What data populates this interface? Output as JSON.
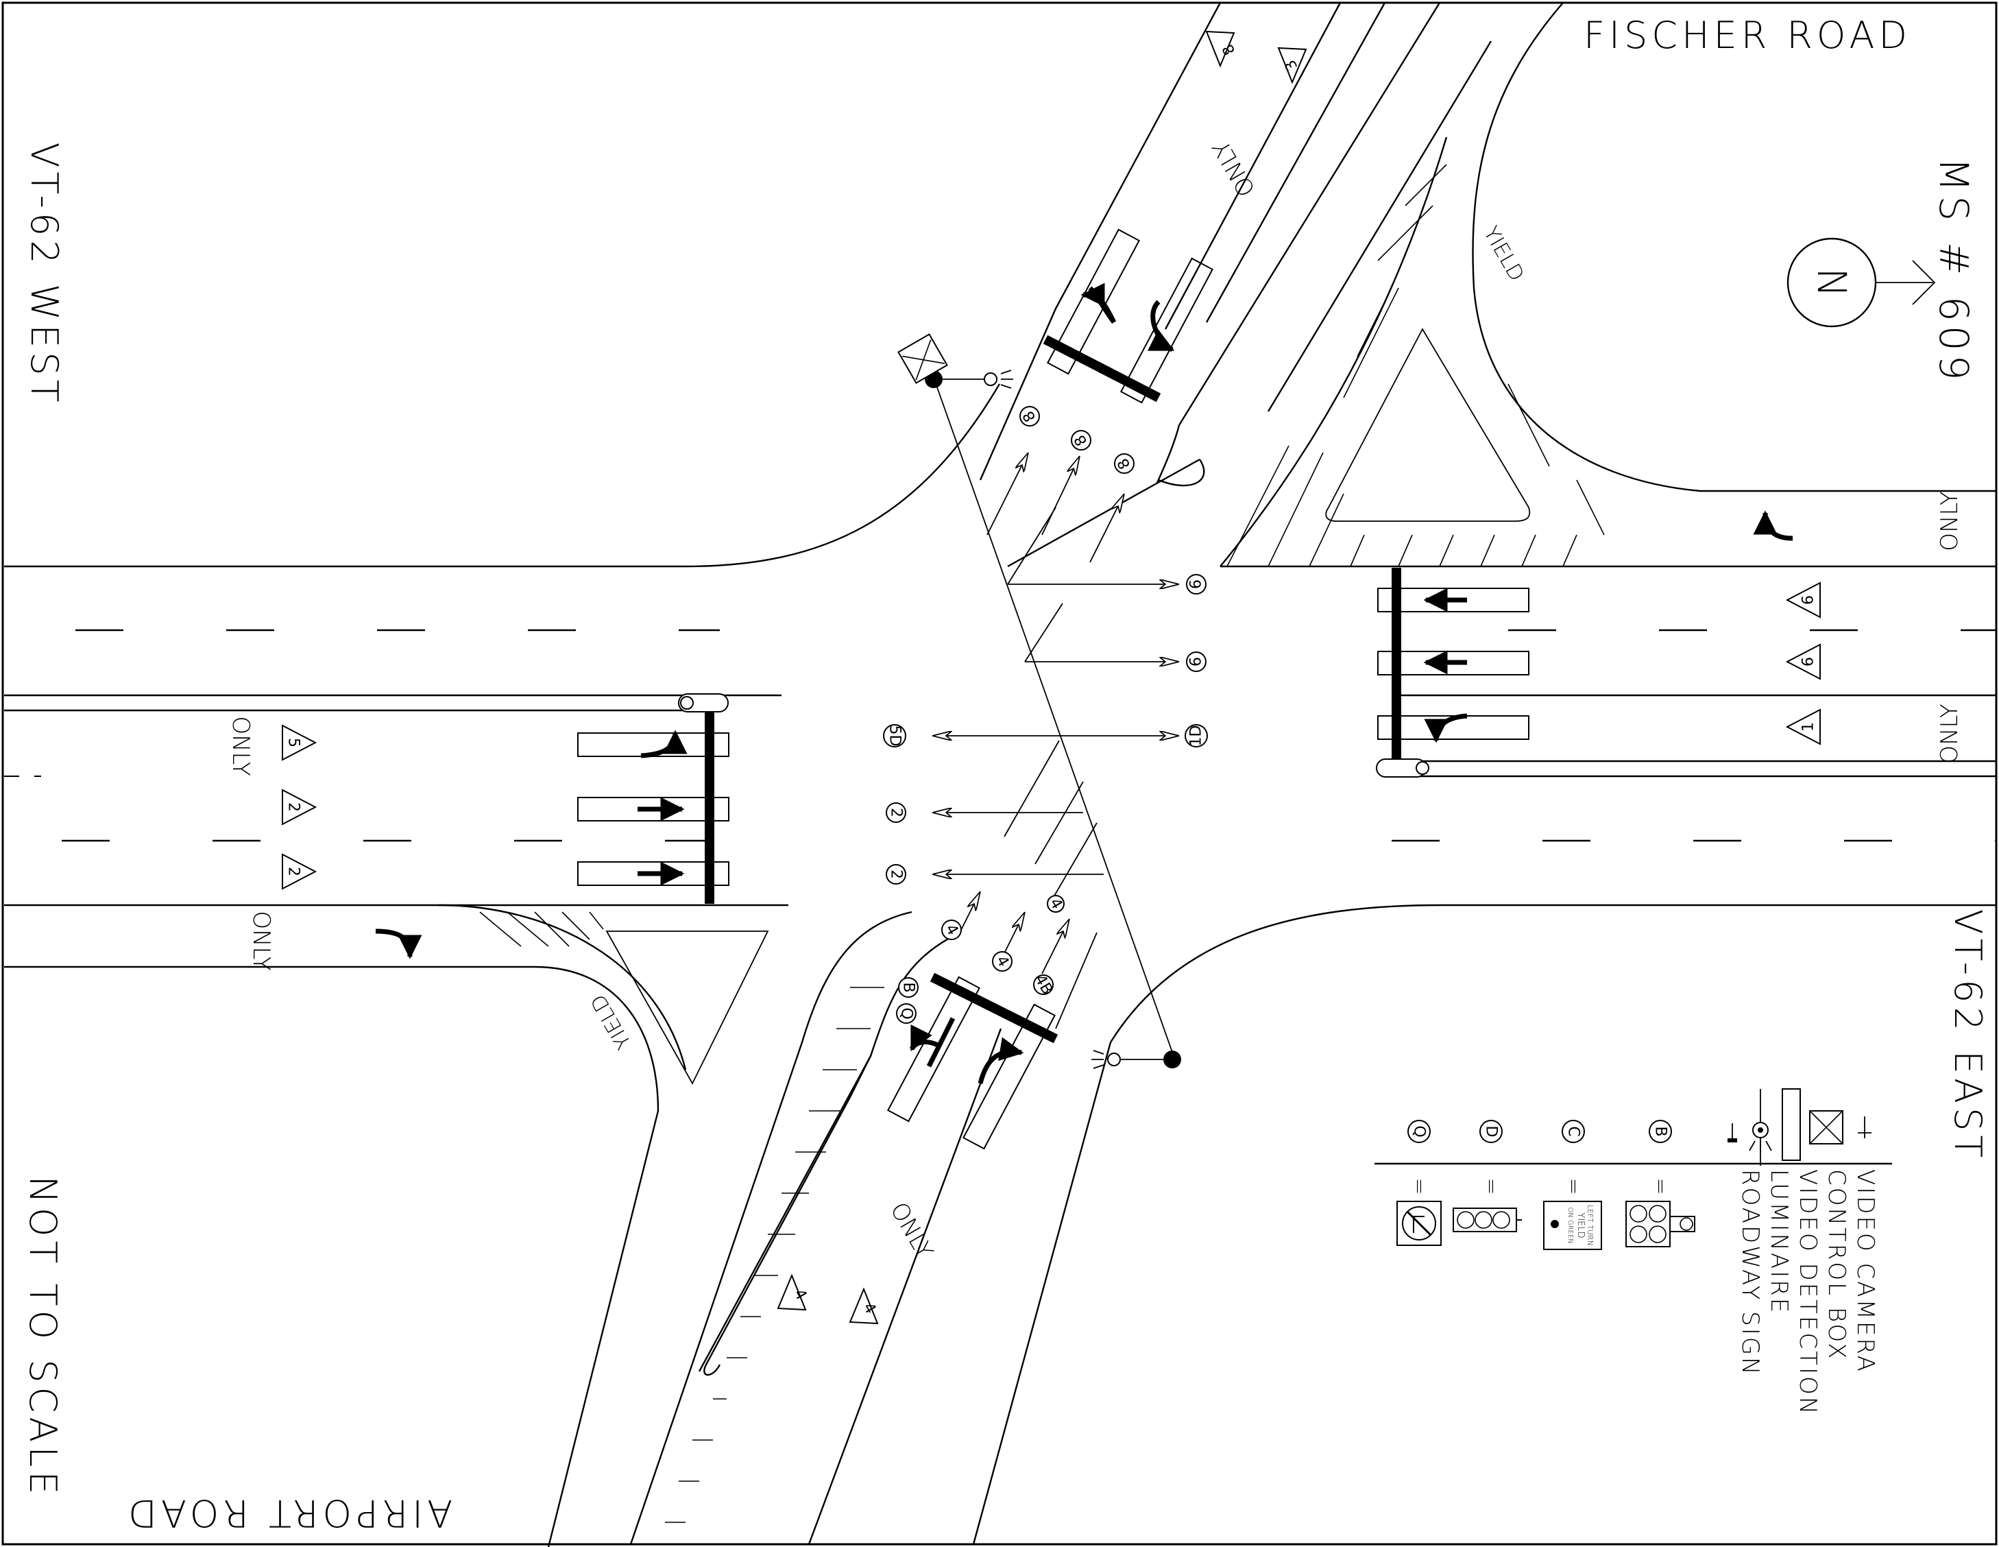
{
  "roads": {
    "north": "FISCHER ROAD",
    "south": "AIRPORT ROAD",
    "west": "VT-62 WEST",
    "east": "VT-62 EAST"
  },
  "station": "MS # 609",
  "north_arrow_letter": "N",
  "scale_note": "NOT TO SCALE",
  "pavement_markings": {
    "only": "ONLY",
    "yield": "YIELD"
  },
  "signal_heads": {
    "west_approach": [
      "5",
      "2",
      "2"
    ],
    "east_approach": [
      "6",
      "6",
      "1"
    ],
    "north_approach": [
      "8",
      "3"
    ],
    "south_approach": [
      "4",
      "4"
    ]
  },
  "detection_zones": {
    "west_side": [
      "5D",
      "2",
      "2"
    ],
    "east_side": [
      "6",
      "6",
      "1D"
    ],
    "north_side": [
      "8",
      "8",
      "8"
    ],
    "south_side": [
      "4",
      "4",
      "4B",
      "4"
    ]
  },
  "legend": {
    "symbols": [
      "Q",
      "D",
      "C",
      "B"
    ],
    "equals": "=",
    "items": [
      "VIDEO CAMERA",
      "CONTROL BOX",
      "VIDEO DETECTION",
      "LUMINAIRE",
      "ROADWAY SIGN"
    ],
    "sign_text": [
      "LEFT TURN",
      "YIELD",
      "ON GREEN"
    ]
  }
}
